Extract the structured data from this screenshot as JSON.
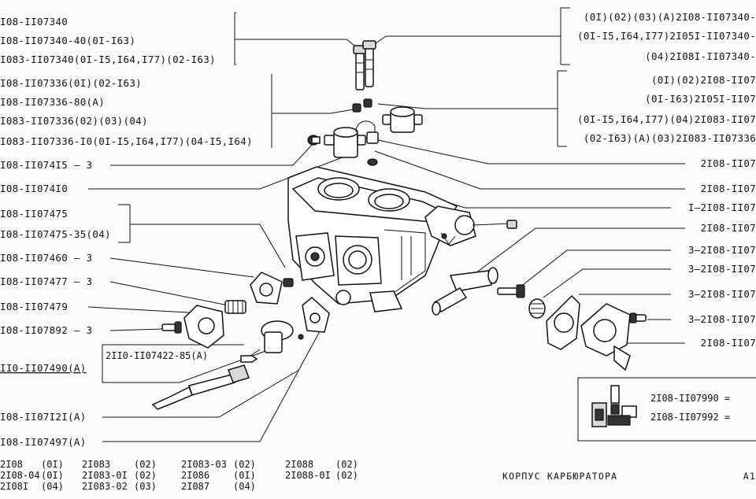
{
  "callouts_left": [
    "I08-II07340",
    "I08-II07340-40(0I-I63)",
    "I083-II07340(0I-I5,I64,I77)(02-I63)",
    "I08-II07336(0I)(02-I63)",
    "I08-II07336-80(A)",
    "I083-II07336(02)(03)(04)",
    "I083-II07336-I0(0I-I5,I64,I77)(04-I5,I64)",
    "I08-II074I5 — 3",
    "I08-II074I0",
    "I08-II07475",
    "I08-II07475-35(04)",
    "I08-II07460 — 3",
    "I08-II07477 — 3",
    "I08-II07479",
    "I08-II07892 — 3",
    "2II0-II07422-85(A)",
    "II0-II07490(A)",
    "I08-II07I2I(A)",
    "I08-II07497(A)"
  ],
  "callouts_right": [
    "(0I)(02)(03)(A)2I08-II07340-",
    "(0I-I5,I64,I77)2I05I-II07340-",
    "(04)2I08I-II07340-",
    "(0I)(02)2I08-II07",
    "(0I-I63)2I05I-II07",
    "(0I-I5,I64,I77)(04)2I083-II07",
    "(02-I63)(A)(03)2I083-II07336",
    "2I08-II07",
    "2I08-II07",
    "I—2I08-II07",
    "2I08-II07",
    "3—2I08-II07",
    "3—2I08-II07",
    "3—2I08-II07",
    "3—2I08-II07",
    "2I08-II07"
  ],
  "inset": {
    "items": [
      "2I08-II07990 =",
      "2I08-II07992 ="
    ]
  },
  "models": [
    [
      "2I08",
      "(0I)"
    ],
    [
      "2I08-04",
      "(0I)"
    ],
    [
      "2I08I",
      "(04)"
    ],
    [
      "2I083",
      "(02)"
    ],
    [
      "2I083-0I",
      "(02)"
    ],
    [
      "2I083-02",
      "(03)"
    ],
    [
      "2I083-03",
      "(02)"
    ],
    [
      "2I086",
      "(0I)"
    ],
    [
      "2I087",
      "(04)"
    ],
    [
      "2I088",
      "(02)"
    ],
    [
      "2I088-0I",
      "(02)"
    ]
  ],
  "footer": {
    "title": "КОРПУС КАРБЮРАТОРА",
    "sheet_code": "A1"
  }
}
